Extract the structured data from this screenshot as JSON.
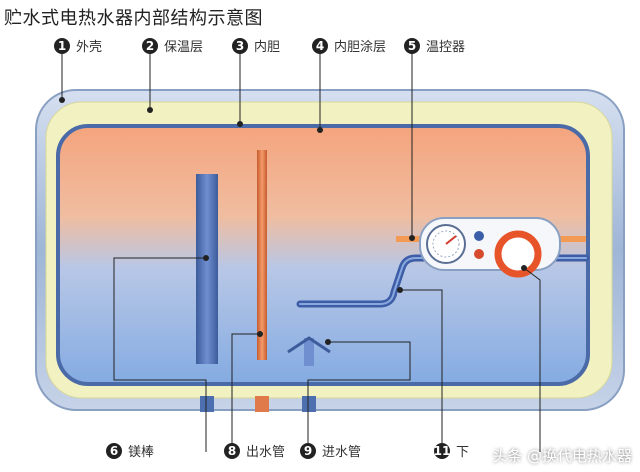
{
  "title": "贮水式电热水器内部结构示意图",
  "labels": [
    {
      "num": "1",
      "text": "外壳"
    },
    {
      "num": "2",
      "text": "保温层"
    },
    {
      "num": "3",
      "text": "内胆"
    },
    {
      "num": "4",
      "text": "内胆涂层"
    },
    {
      "num": "5",
      "text": "温控器"
    },
    {
      "num": "6",
      "text": "镁棒"
    },
    {
      "num": "8",
      "text": "出水管"
    },
    {
      "num": "9",
      "text": "进水管"
    },
    {
      "num": "11",
      "text": "下"
    }
  ],
  "watermark": "头条 @换代电热水器",
  "colors": {
    "shell": "#a9bfd9",
    "insulation": "#f1f1c2",
    "tank_top": "#f1a27e",
    "tank_bottom": "#8fb5e6",
    "rod": "#4d6fb0",
    "outlet_pipe": "#e07a4a",
    "marker": "#222222"
  }
}
